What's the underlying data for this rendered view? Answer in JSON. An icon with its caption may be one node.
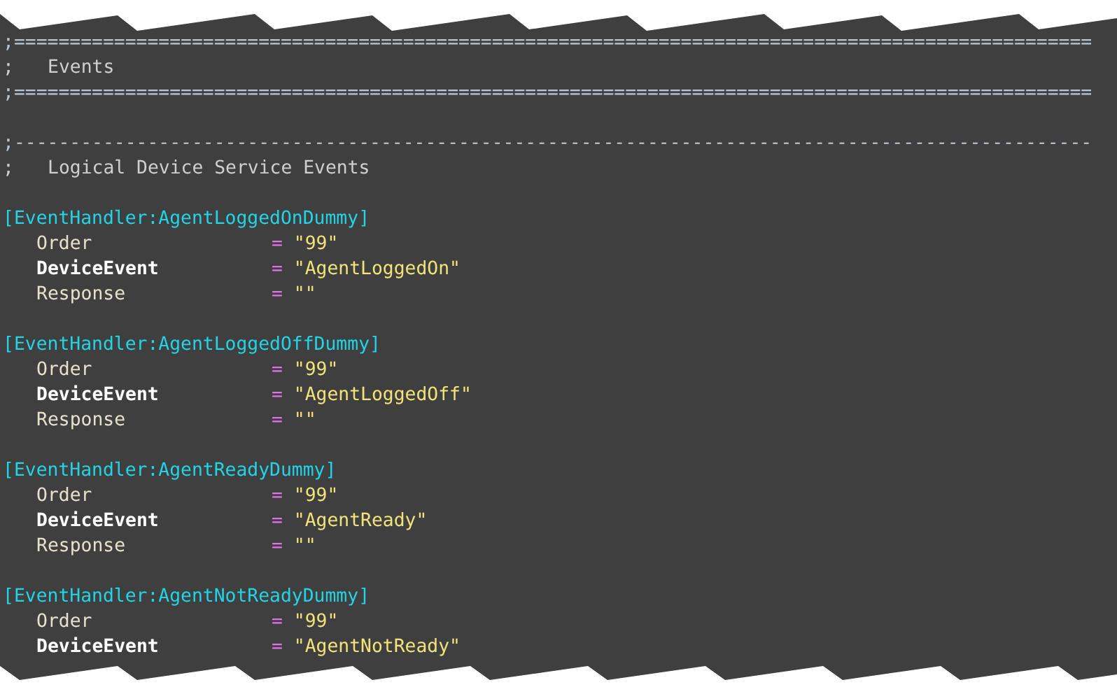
{
  "diagram": {
    "labels": [
      ";=================================================================================================",
      ";",
      "Events",
      ";=================================================================================================",
      ";-------------------------------------------------------------------------------------------------",
      ";",
      "Logical Device Service Events",
      "[EventHandler:AgentLoggedOnDummy]",
      "Order",
      "= \"99\"",
      "DeviceEvent",
      "= \"AgentLoggedOn\"",
      "Response",
      "= \"\"",
      "[EventHandler:AgentLoggedOffDummy]",
      "Order",
      "= \"99\"",
      "DeviceEvent",
      "= \"AgentLoggedOff\"",
      "Response",
      "= \"\"",
      "[EventHandler:AgentReadyDummy]",
      "Order",
      "= \"99\"",
      "DeviceEvent",
      "= \"AgentReady\"",
      "Response",
      "= \"\"",
      "[EventHandler:AgentNotReadyDummy]",
      "Order",
      "= \"99\"",
      "DeviceEvent",
      "= \"AgentNotReady\""
    ]
  }
}
